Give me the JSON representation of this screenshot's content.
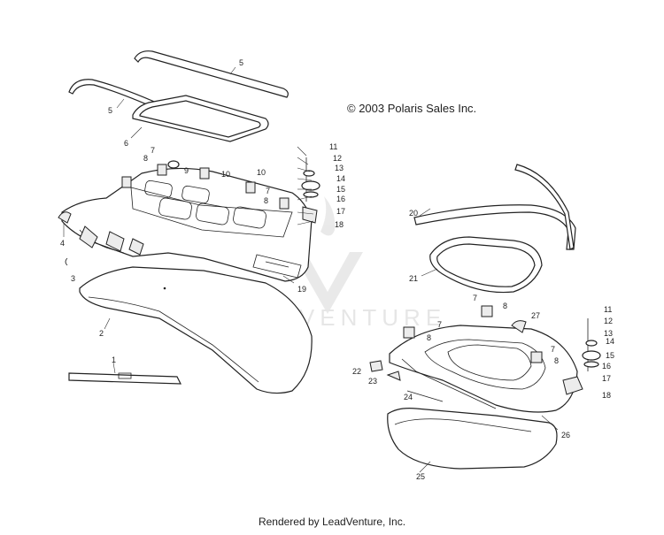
{
  "copyright": "© 2003 Polaris Sales Inc.",
  "footer": "Rendered by LeadVenture, Inc.",
  "watermark": "LEADVENTURE",
  "callouts": [
    "5",
    "5",
    "6",
    "7",
    "8",
    "9",
    "10",
    "10",
    "7",
    "8",
    "11",
    "12",
    "13",
    "14",
    "15",
    "16",
    "17",
    "18",
    "4",
    "3",
    "2",
    "19",
    "1",
    "20",
    "21",
    "7",
    "8",
    "27",
    "7",
    "8",
    "11",
    "12",
    "13",
    "14",
    "15",
    "7",
    "8",
    "16",
    "17",
    "18",
    "22",
    "23",
    "24",
    "26",
    "25"
  ]
}
